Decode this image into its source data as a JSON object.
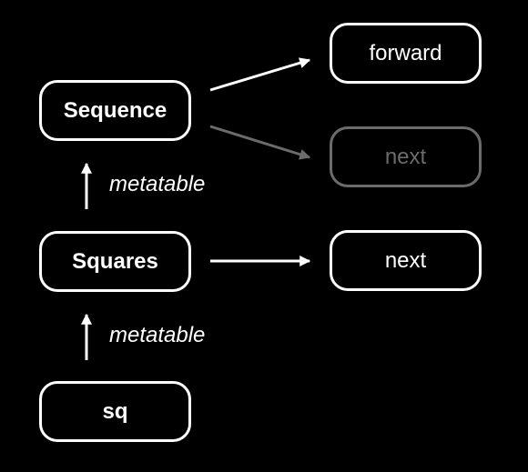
{
  "nodes": {
    "sequence": "Sequence",
    "squares": "Squares",
    "sq": "sq",
    "forward": "forward",
    "next_dim": "next",
    "next": "next"
  },
  "edge_labels": {
    "sq_to_squares": "metatable",
    "squares_to_sequence": "metatable"
  },
  "colors": {
    "background": "#000000",
    "foreground": "#ffffff",
    "dimmed": "#6b6b6b"
  }
}
